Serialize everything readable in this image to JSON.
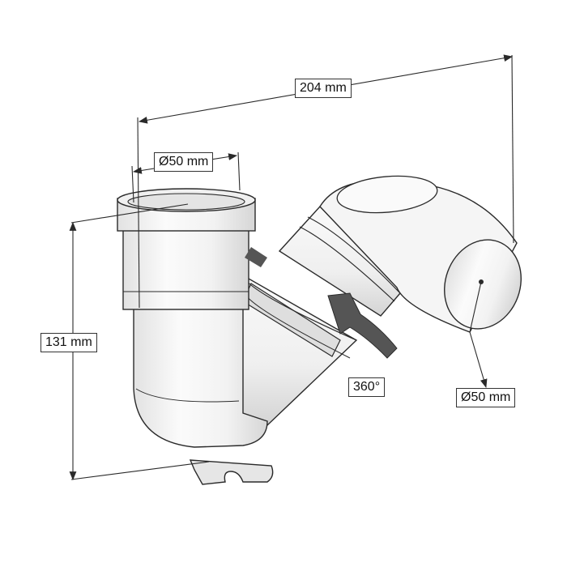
{
  "dimensions": {
    "overall_width": "204 mm",
    "inlet_diameter": "Ø50 mm",
    "overall_height": "131 mm",
    "rotation": "360°",
    "outlet_diameter": "Ø50 mm"
  },
  "colors": {
    "line": "#2a2a2a",
    "pipe_fill": "#f4f4f4",
    "pipe_shade": "#dcdcdc",
    "arrow": "#555555",
    "background": "#ffffff"
  }
}
